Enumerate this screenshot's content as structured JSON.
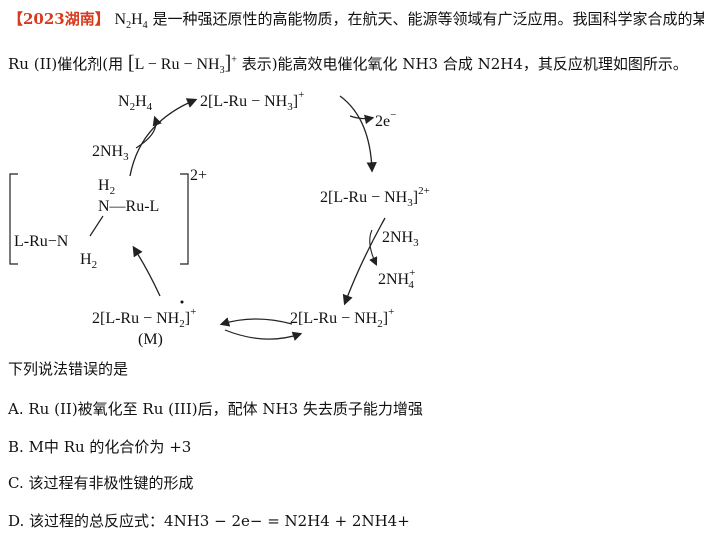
{
  "question": {
    "tag": "【2023湖南】",
    "line1_formula": "N2H4",
    "line1_text": "是一种强还原性的高能物质，在航天、能源等领域有广泛应用。我国科学家合成的某",
    "line2_a": "Ru (II)催化剂(用",
    "line2_catalyst": "[L – Ru – NH3]+",
    "line2_b": "表示)能高效电催化氧化 NH3 合成 N2H4，其反应机理如图所示。"
  },
  "diagram": {
    "top_product": "N2H4",
    "top_reagent": "2NH3",
    "top_species": "2[L-Ru-NH3]+",
    "electrons": "2e−",
    "right_species": "2[L-Ru-NH3]2+",
    "right_in": "2NH3",
    "right_out": "2NH4+",
    "bottom_right_species": "2[L-Ru-NH2]+",
    "bottom_left_species": "2[L-Ru-NH2]+",
    "bottom_left_label": "(M)",
    "left_complex": {
      "h2_top": "H2",
      "n_ru_l": "N—Ru-L",
      "l_ru_n": "L-Ru−N",
      "h2_bottom": "H2",
      "charge": "2+"
    }
  },
  "prompt": "下列说法错误的是",
  "options": [
    {
      "label": "A.",
      "text": "Ru (II)被氧化至 Ru (III)后，配体 NH3 失去质子能力增强"
    },
    {
      "label": "B.",
      "text": "M中 Ru 的化合价为 +3"
    },
    {
      "label": "C.",
      "text": "该过程有非极性键的形成"
    },
    {
      "label": "D.",
      "text": "该过程的总反应式：4NH3 − 2e− = N2H4 + 2NH4+"
    }
  ]
}
